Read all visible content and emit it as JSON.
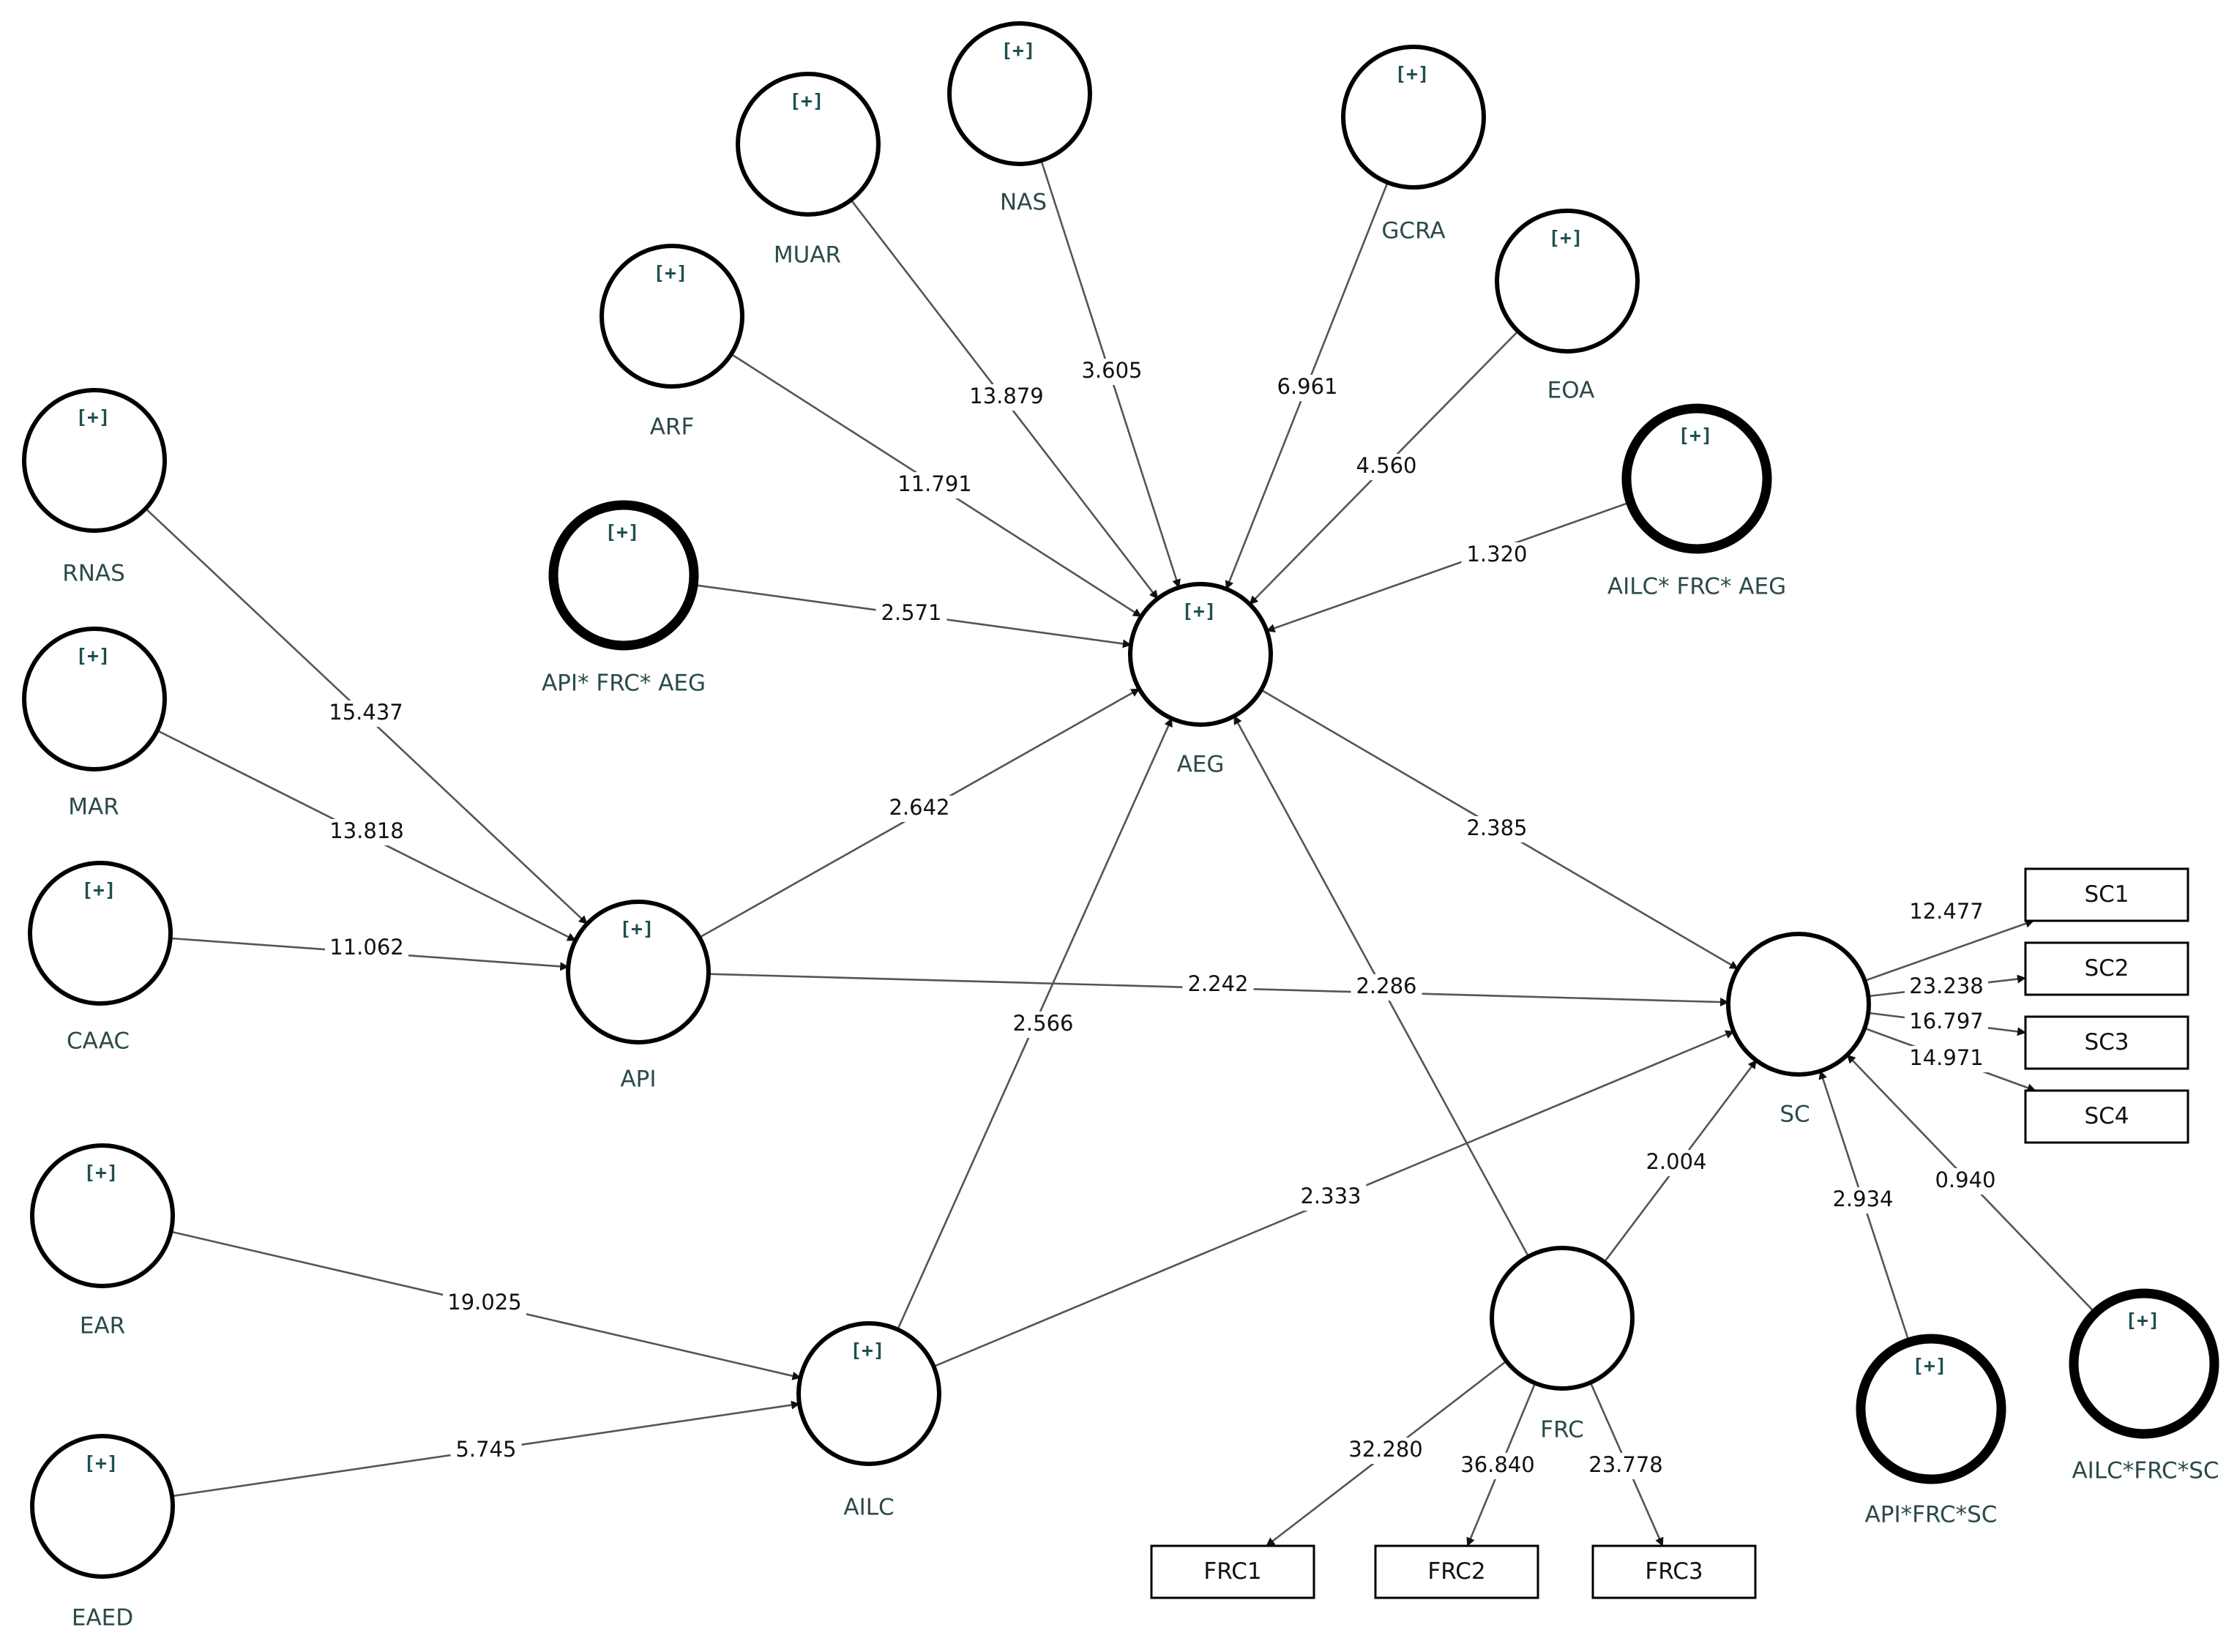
{
  "diagram": {
    "expand_marker": "[+]",
    "nodes": [
      {
        "id": "NAS",
        "label": "NAS",
        "expandable": true,
        "kind": "construct"
      },
      {
        "id": "MUAR",
        "label": "MUAR",
        "expandable": true,
        "kind": "construct"
      },
      {
        "id": "GCRA",
        "label": "GCRA",
        "expandable": true,
        "kind": "construct"
      },
      {
        "id": "ARF",
        "label": "ARF",
        "expandable": true,
        "kind": "construct"
      },
      {
        "id": "EOA",
        "label": "EOA",
        "expandable": true,
        "kind": "construct"
      },
      {
        "id": "RNAS",
        "label": "RNAS",
        "expandable": true,
        "kind": "construct"
      },
      {
        "id": "API_FRC_AEG",
        "label": "API* FRC* AEG",
        "expandable": true,
        "kind": "interaction"
      },
      {
        "id": "AILC_FRC_AEG",
        "label": "AILC* FRC* AEG",
        "expandable": true,
        "kind": "interaction"
      },
      {
        "id": "AEG",
        "label": "AEG",
        "expandable": true,
        "kind": "construct"
      },
      {
        "id": "MAR",
        "label": "MAR",
        "expandable": true,
        "kind": "construct"
      },
      {
        "id": "CAAC",
        "label": "CAAC",
        "expandable": true,
        "kind": "construct"
      },
      {
        "id": "API",
        "label": "API",
        "expandable": true,
        "kind": "construct"
      },
      {
        "id": "SC",
        "label": "SC",
        "expandable": false,
        "kind": "construct"
      },
      {
        "id": "EAR",
        "label": "EAR",
        "expandable": true,
        "kind": "construct"
      },
      {
        "id": "EAED",
        "label": "EAED",
        "expandable": true,
        "kind": "construct"
      },
      {
        "id": "AILC",
        "label": "AILC",
        "expandable": true,
        "kind": "construct"
      },
      {
        "id": "FRC",
        "label": "FRC",
        "expandable": false,
        "kind": "construct"
      },
      {
        "id": "API_FRC_SC",
        "label": "API*FRC*SC",
        "expandable": true,
        "kind": "interaction"
      },
      {
        "id": "AILC_FRC_SC",
        "label": "AILC*FRC*SC",
        "expandable": true,
        "kind": "interaction"
      }
    ],
    "indicators": [
      {
        "id": "SC1",
        "label": "SC1"
      },
      {
        "id": "SC2",
        "label": "SC2"
      },
      {
        "id": "SC3",
        "label": "SC3"
      },
      {
        "id": "SC4",
        "label": "SC4"
      },
      {
        "id": "FRC1",
        "label": "FRC1"
      },
      {
        "id": "FRC2",
        "label": "FRC2"
      },
      {
        "id": "FRC3",
        "label": "FRC3"
      }
    ],
    "paths": [
      {
        "from": "MUAR",
        "to": "AEG",
        "value": "13.879"
      },
      {
        "from": "NAS",
        "to": "AEG",
        "value": "3.605"
      },
      {
        "from": "GCRA",
        "to": "AEG",
        "value": "6.961"
      },
      {
        "from": "ARF",
        "to": "AEG",
        "value": "11.791"
      },
      {
        "from": "EOA",
        "to": "AEG",
        "value": "4.560"
      },
      {
        "from": "AILC_FRC_AEG",
        "to": "AEG",
        "value": "1.320"
      },
      {
        "from": "API_FRC_AEG",
        "to": "AEG",
        "value": "2.571"
      },
      {
        "from": "RNAS",
        "to": "API",
        "value": "15.437"
      },
      {
        "from": "MAR",
        "to": "API",
        "value": "13.818"
      },
      {
        "from": "CAAC",
        "to": "API",
        "value": "11.062"
      },
      {
        "from": "API",
        "to": "AEG",
        "value": "2.642"
      },
      {
        "from": "AEG",
        "to": "SC",
        "value": "2.385"
      },
      {
        "from": "API",
        "to": "SC",
        "value": "2.242"
      },
      {
        "from": "FRC",
        "to": "AEG",
        "value": "2.286"
      },
      {
        "from": "AILC",
        "to": "AEG",
        "value": "2.566"
      },
      {
        "from": "AILC",
        "to": "SC",
        "value": "2.333"
      },
      {
        "from": "EAR",
        "to": "AILC",
        "value": "19.025"
      },
      {
        "from": "EAED",
        "to": "AILC",
        "value": "5.745"
      },
      {
        "from": "FRC",
        "to": "SC",
        "value": "2.004"
      },
      {
        "from": "API_FRC_SC",
        "to": "SC",
        "value": "2.934"
      },
      {
        "from": "AILC_FRC_SC",
        "to": "SC",
        "value": "0.940"
      },
      {
        "from": "SC",
        "to": "SC1",
        "value": "12.477"
      },
      {
        "from": "SC",
        "to": "SC2",
        "value": "23.238"
      },
      {
        "from": "SC",
        "to": "SC3",
        "value": "16.797"
      },
      {
        "from": "SC",
        "to": "SC4",
        "value": "14.971"
      },
      {
        "from": "FRC",
        "to": "FRC1",
        "value": "32.280"
      },
      {
        "from": "FRC",
        "to": "FRC2",
        "value": "36.840"
      },
      {
        "from": "FRC",
        "to": "FRC3",
        "value": "23.778"
      }
    ]
  }
}
